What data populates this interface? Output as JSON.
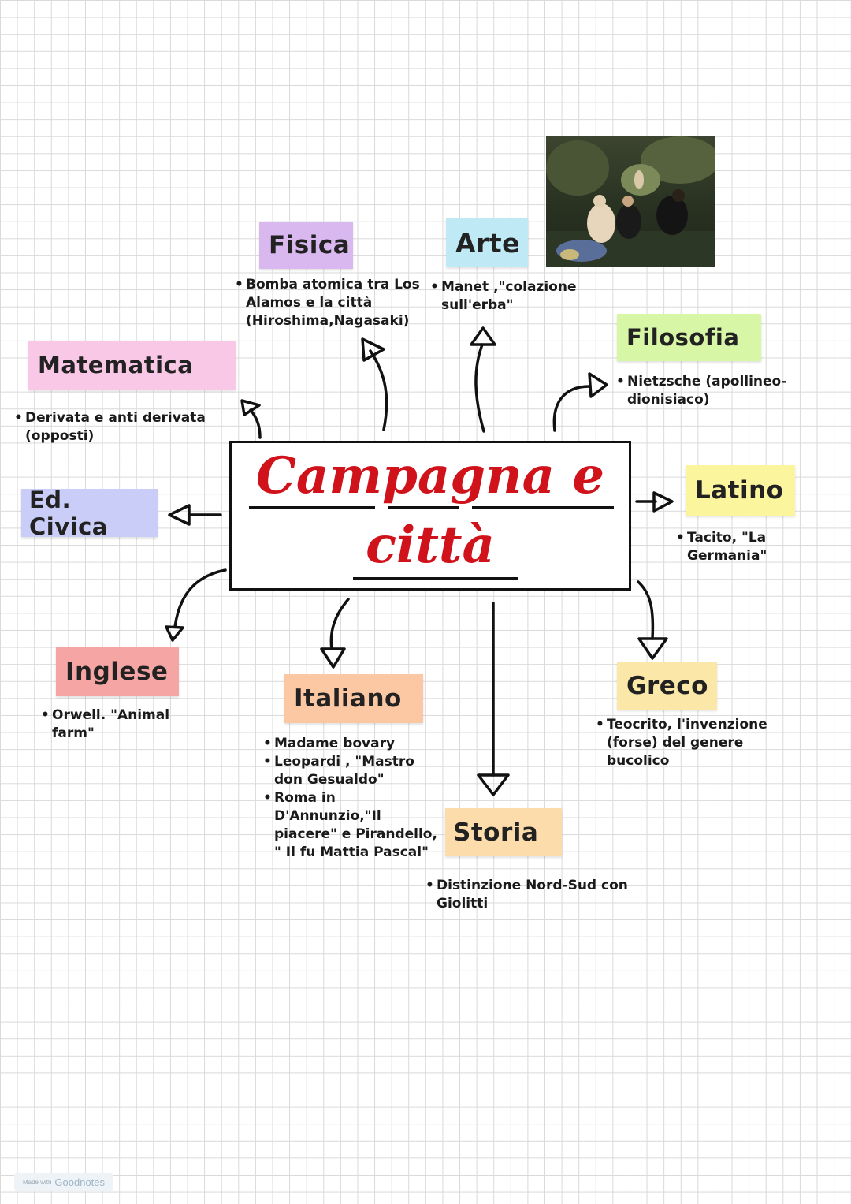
{
  "center": {
    "line1": "Campagna e",
    "line2": "città"
  },
  "subjects": {
    "fisica": {
      "label": "Fisica",
      "color": "#d9b8f0",
      "notes": [
        "Bomba atomica tra Los Alamos e la città (Hiroshima,Nagasaki)"
      ]
    },
    "arte": {
      "label": "Arte",
      "color": "#bfeaf5",
      "notes": [
        "Manet ,\"colazione sull'erba\""
      ]
    },
    "filosofia": {
      "label": "Filosofia",
      "color": "#d7f6a6",
      "notes": [
        "Nietzsche (apollineo-dionisiaco)"
      ]
    },
    "matematica": {
      "label": "Matematica",
      "color": "#f9c8e6",
      "notes": [
        "Derivata e anti derivata (opposti)"
      ]
    },
    "latino": {
      "label": "Latino",
      "color": "#fbf59e",
      "notes": [
        "Tacito, \"La Germania\""
      ]
    },
    "edcivica": {
      "label": "Ed. Civica",
      "color": "#c9cdf7",
      "notes": []
    },
    "inglese": {
      "label": "Inglese",
      "color": "#f6a5a5",
      "notes": [
        "Orwell. \"Animal farm\""
      ]
    },
    "italiano": {
      "label": "Italiano",
      "color": "#fbc8a3",
      "notes": [
        "Madame bovary",
        "Leopardi , \"Mastro don Gesualdo\"",
        "Roma in D'Annunzio,\"Il piacere\" e Pirandello, \" Il fu Mattia Pascal\""
      ]
    },
    "storia": {
      "label": "Storia",
      "color": "#fbdcaa",
      "notes": [
        "Distinzione Nord-Sud con Giolitti"
      ]
    },
    "greco": {
      "label": "Greco",
      "color": "#fbe8a8",
      "notes": [
        "Teocrito, l'invenzione (forse) del genere bucolico"
      ]
    }
  },
  "footer": {
    "made_with": "Made with",
    "brand": "Goodnotes"
  }
}
